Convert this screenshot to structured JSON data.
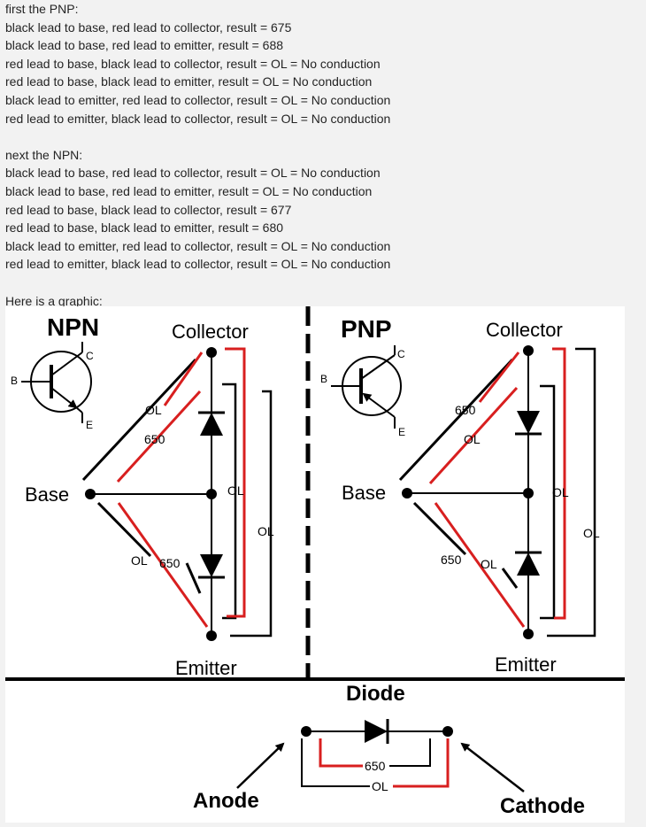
{
  "pnp_section": {
    "heading": "first the PNP:",
    "lines": [
      "black lead to base, red lead to collector, result = 675",
      "black lead to base, red lead to emitter, result = 688",
      "red lead to base, black lead to collector, result = OL = No conduction",
      "red lead to base, black lead to emitter, result = OL = No conduction",
      "black lead to emitter, red lead to collector, result = OL = No conduction",
      "red lead to emitter, black lead to collector, result = OL = No conduction"
    ]
  },
  "npn_section": {
    "heading": "next the NPN:",
    "lines": [
      "black lead to base, red lead to collector, result = OL = No conduction",
      "black lead to base, red lead to emitter, result = OL = No conduction",
      "red lead to base, black lead to collector, result = 677",
      "red lead to base, black lead to emitter, result = 680",
      "black lead to emitter, red lead to collector, result = OL = No conduction",
      "red lead to emitter, black lead to collector, result = OL = No conduction"
    ]
  },
  "graphic_intro": "Here is a graphic:",
  "diagram": {
    "colors": {
      "red": "#d81f1f",
      "black": "#000000"
    },
    "npn": {
      "title": "NPN",
      "symbol_labels": {
        "b": "B",
        "c": "C",
        "e": "E"
      },
      "collector": "Collector",
      "base": "Base",
      "emitter": "Emitter",
      "upper_black_reading": "OL",
      "upper_red_reading": "650",
      "lower_black_reading": "OL",
      "lower_red_reading": "650",
      "inner_reading": "OL",
      "outer_reading": "OL"
    },
    "pnp": {
      "title": "PNP",
      "symbol_labels": {
        "b": "B",
        "c": "C",
        "e": "E"
      },
      "collector": "Collector",
      "base": "Base",
      "emitter": "Emitter",
      "upper_red_reading": "650",
      "upper_black_reading": "OL",
      "lower_red_reading": "650",
      "lower_black_reading": "OL",
      "inner_reading": "OL",
      "outer_reading": "OL"
    },
    "diode": {
      "title": "Diode",
      "anode": "Anode",
      "cathode": "Cathode",
      "red_reading": "650",
      "black_reading": "OL"
    }
  }
}
